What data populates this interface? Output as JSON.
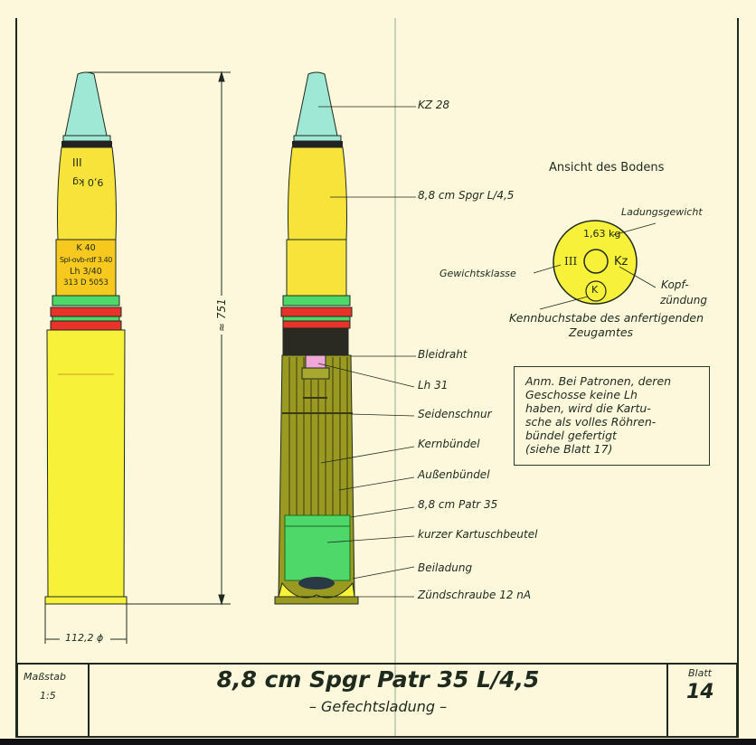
{
  "left_shell": {
    "ogive_marks": [
      "III",
      "9,0 kg"
    ],
    "body_marks": [
      "K 40",
      "Spl-ovb-rdf 3.40",
      "Lh 3/40",
      "313 D 5053"
    ],
    "length_dim": "≈ 751",
    "diameter_dim": "112,2 ϕ"
  },
  "labels": [
    "KZ 28",
    "8,8 cm Spgr L/4,5",
    "Bleidraht",
    "Lh 31",
    "Seidenschnur",
    "Kernbündel",
    "Außenbündel",
    "8,8 cm Patr 35",
    "kurzer Kartuschbeutel",
    "Beiladung",
    "Zündschraube 12 nA"
  ],
  "base_view": {
    "title": "Ansicht des Bodens",
    "charge_weight_label": "Ladungsgewicht",
    "charge_weight": "1,63 kg",
    "weight_class_label": "Gewichtsklasse",
    "weight_class": "III",
    "fuze_mark": "Kz",
    "fuze_label_1": "Kopf-",
    "fuze_label_2": "zündung",
    "maker_mark": "K",
    "maker_label_1": "Kennbuchstabe des anfertigenden",
    "maker_label_2": "Zeugamtes"
  },
  "note": [
    "Anm. Bei Patronen, deren",
    "Geschosse keine Lh",
    "haben, wird die Kartu-",
    "sche als volles Röhren-",
    "bündel gefertigt",
    "(siehe Blatt 17)"
  ],
  "title_block": {
    "scale_label": "Maßstab",
    "scale": "1:5",
    "title": "8,8 cm Spgr Patr 35 L/4,5",
    "subtitle": "– Gefechtsladung –",
    "sheet_label": "Blatt",
    "sheet": "14"
  },
  "colors": {
    "yellow": "#f7e33a",
    "cyan": "#9fe8d6",
    "green": "#4fd86a",
    "red": "#e8322a",
    "olive": "#8a8a1a",
    "paper": "#fdf8dc"
  }
}
